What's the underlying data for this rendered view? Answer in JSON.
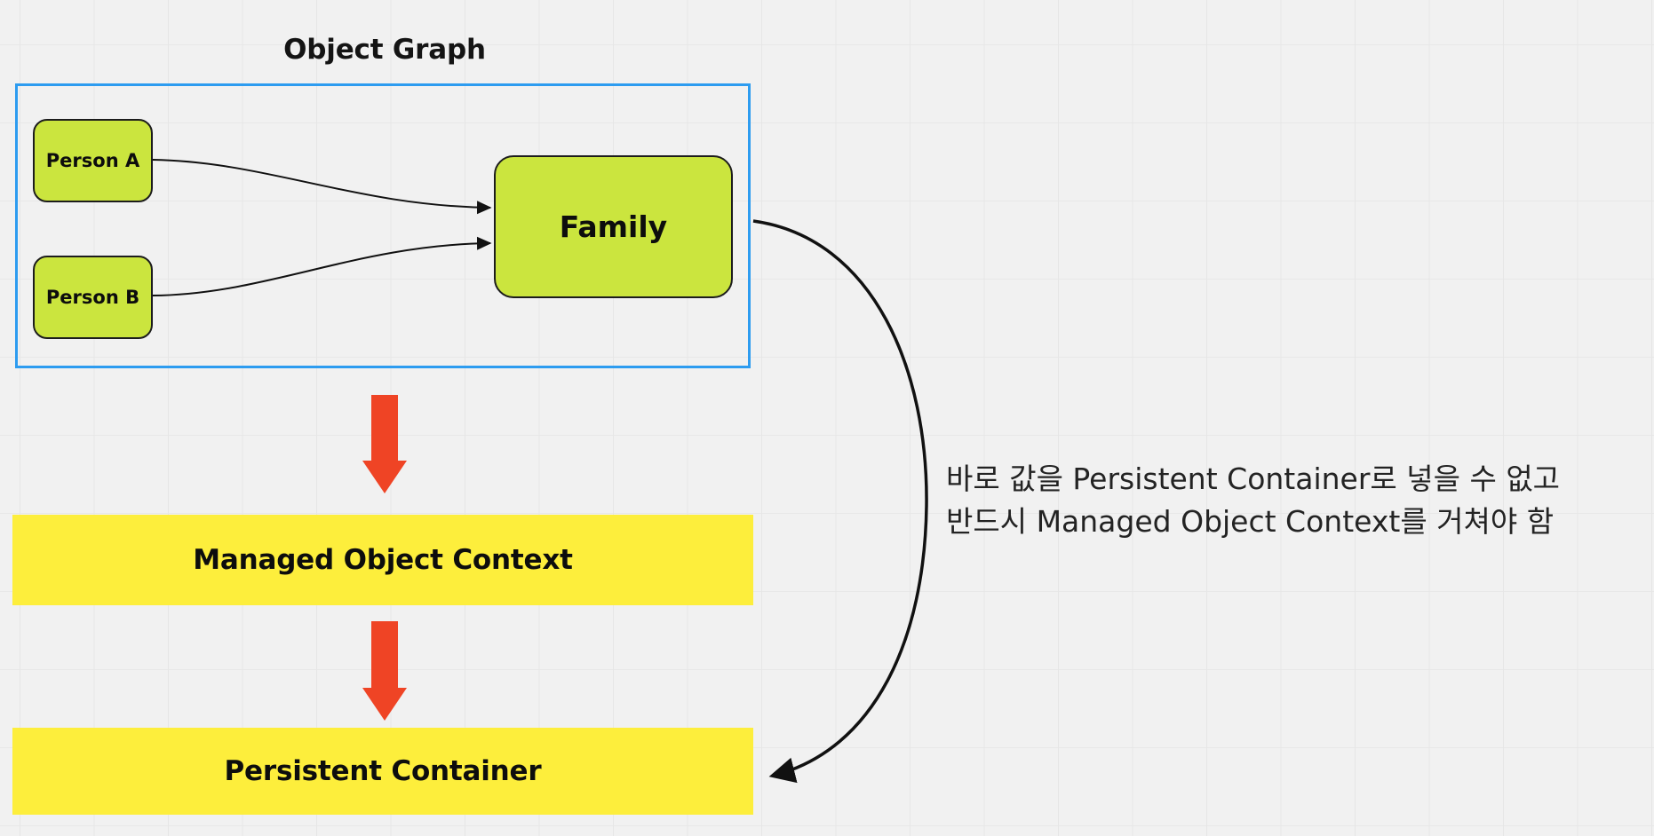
{
  "diagram": {
    "title": "Object Graph",
    "colors": {
      "background": "#f1f1f1",
      "grid_line": "#e6e6e6",
      "group_border": "#2d9cf0",
      "entity_fill": "#cbe53e",
      "entity_border": "#1c1c1c",
      "layer_fill": "#fdee3c",
      "flow_arrow": "#ef4425",
      "relation_arrow": "#111111",
      "text": "#0d0d0d",
      "note_text": "#232323"
    },
    "group": {
      "label": "Object Graph",
      "entities": [
        {
          "id": "person-a",
          "label": "Person A"
        },
        {
          "id": "person-b",
          "label": "Person B"
        },
        {
          "id": "family",
          "label": "Family"
        }
      ],
      "relations": [
        {
          "from": "Person A",
          "to": "Family",
          "style": "curved-arrow"
        },
        {
          "from": "Person B",
          "to": "Family",
          "style": "curved-arrow"
        }
      ]
    },
    "layers": [
      {
        "id": "managed-object-context",
        "label": "Managed Object Context"
      },
      {
        "id": "persistent-container",
        "label": "Persistent Container"
      }
    ],
    "flows": [
      {
        "from": "Object Graph",
        "to": "Managed Object Context",
        "icon": "down-arrow-icon"
      },
      {
        "from": "Managed Object Context",
        "to": "Persistent Container",
        "icon": "down-arrow-icon"
      },
      {
        "from": "Family",
        "to": "Persistent Container",
        "icon": "curved-arrow-icon"
      }
    ],
    "note": {
      "line1": "바로 값을 Persistent Container로 넣을 수 없고",
      "line2": "반드시 Managed Object Context를 거쳐야 함"
    }
  }
}
